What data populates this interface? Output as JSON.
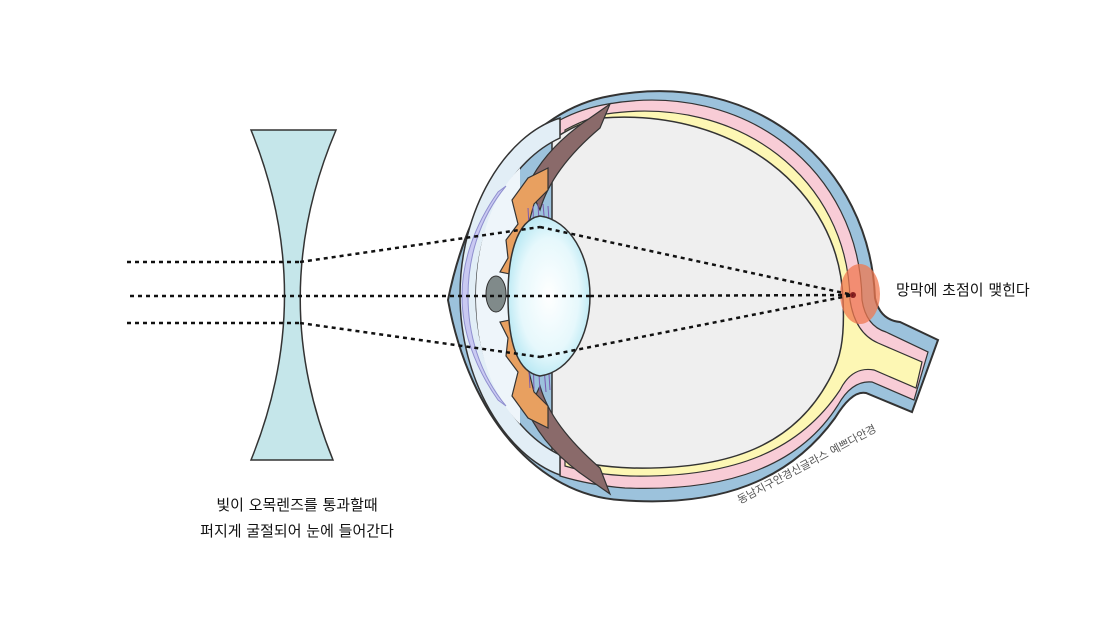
{
  "captions": {
    "lens_line1": "빛이 오목렌즈를 통과할때",
    "lens_line2": "퍼지게 굴절되어 눈에 들어간다",
    "retina": "망막에 초점이 맺힌다"
  },
  "watermark": "동남지구안경신글라스 예쁘다안경",
  "colors": {
    "lens_fill": "#c5e6ea",
    "sclera": "#9cc2dc",
    "choroid": "#f8ccd6",
    "retina_layer": "#fdf7b4",
    "vitreous": "#efefef",
    "iris": "#e8a060",
    "ciliary": "#8a6a6a",
    "focus_spot": "#f07850",
    "cornea": "#e2eef6"
  }
}
